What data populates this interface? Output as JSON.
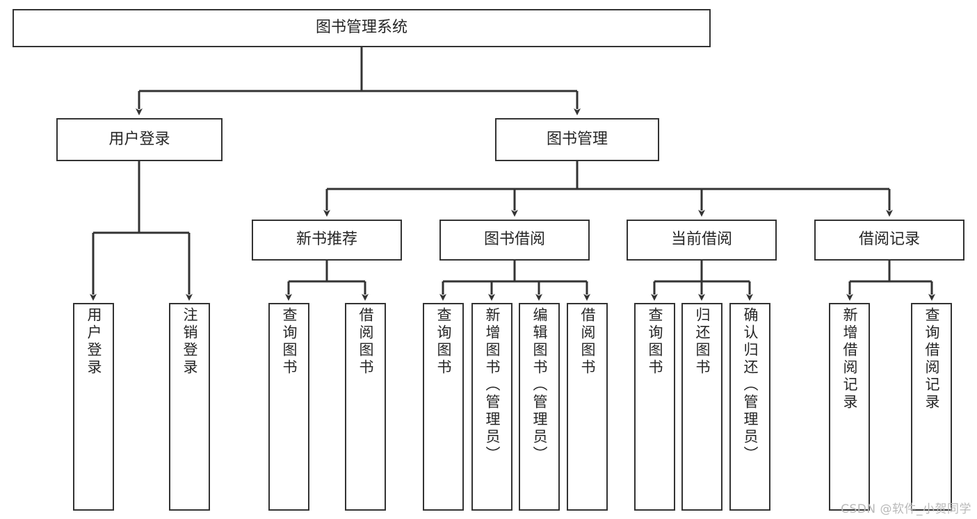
{
  "diagram": {
    "title": "图书管理系统",
    "type": "tree-hierarchy-chart",
    "colors": {
      "background": "#ffffff",
      "border": "#333333",
      "text": "#262626",
      "connector": "#333333",
      "watermark": "#b9b9b9"
    },
    "root": {
      "label": "图书管理系统"
    },
    "level2": [
      {
        "id": "user-login",
        "label": "用户登录"
      },
      {
        "id": "book-management",
        "label": "图书管理"
      }
    ],
    "level3": [
      {
        "id": "new-book-recommend",
        "label": "新书推荐"
      },
      {
        "id": "book-borrow",
        "label": "图书借阅"
      },
      {
        "id": "current-borrow",
        "label": "当前借阅"
      },
      {
        "id": "borrow-record",
        "label": "借阅记录"
      }
    ],
    "leaves": {
      "user_login": [
        {
          "id": "leaf-user-login",
          "label": "用户登录"
        },
        {
          "id": "leaf-logout-login",
          "label": "注销登录"
        }
      ],
      "new_book_recommend": [
        {
          "id": "leaf-query-book-1",
          "label": "查询图书"
        },
        {
          "id": "leaf-borrow-book-1",
          "label": "借阅图书"
        }
      ],
      "book_borrow": [
        {
          "id": "leaf-query-book-2",
          "label": "查询图书"
        },
        {
          "id": "leaf-add-book",
          "label": "新增图书（管理员）"
        },
        {
          "id": "leaf-edit-book",
          "label": "编辑图书（管理员）"
        },
        {
          "id": "leaf-borrow-book-2",
          "label": "借阅图书"
        }
      ],
      "current_borrow": [
        {
          "id": "leaf-query-book-3",
          "label": "查询图书"
        },
        {
          "id": "leaf-return-book",
          "label": "归还图书"
        },
        {
          "id": "leaf-confirm-return",
          "label": "确认归还（管理员）"
        }
      ],
      "borrow_record": [
        {
          "id": "leaf-add-record",
          "label": "新增借阅记录"
        },
        {
          "id": "leaf-query-record",
          "label": "查询借阅记录"
        }
      ]
    }
  },
  "watermark": {
    "text": "CSDN @软件_小贺同学"
  }
}
